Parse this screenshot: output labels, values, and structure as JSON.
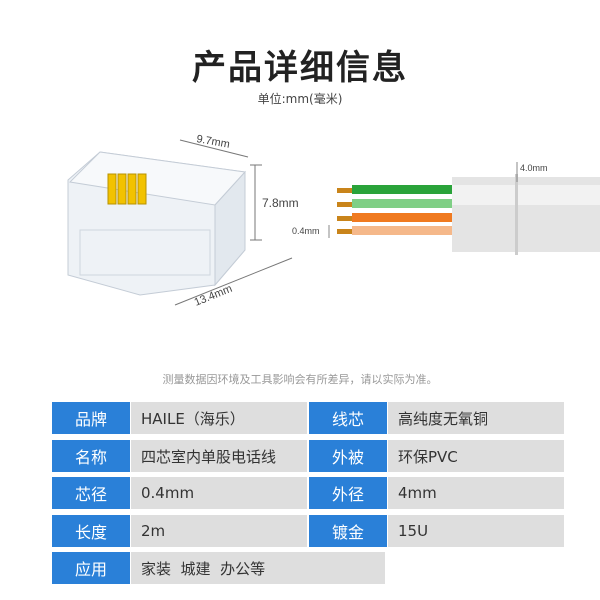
{
  "header": {
    "title": "产品详细信息",
    "unit": "单位:mm(毫米)"
  },
  "diagram": {
    "connector_width": "9.7mm",
    "connector_height": "7.8mm",
    "connector_length": "13.4mm",
    "cable_diameter": "4.0mm",
    "core_diameter": "0.4mm",
    "wire_colors": [
      "#2aa33a",
      "#7fcf85",
      "#f07a20",
      "#f5b88a"
    ]
  },
  "note": "测量数据因环境及工具影响会有所差异，请以实际为准。",
  "specs": [
    {
      "label": "品牌",
      "value": "HAILE（海乐）",
      "label2": "线芯",
      "value2": "高纯度无氧铜"
    },
    {
      "label": "名称",
      "value": "四芯室内单股电话线",
      "label2": "外被",
      "value2": "环保PVC"
    },
    {
      "label": "芯径",
      "value": "0.4mm",
      "label2": "外径",
      "value2": "4mm"
    },
    {
      "label": "长度",
      "value": "2m",
      "label2": "镀金",
      "value2": "15U"
    },
    {
      "label": "应用",
      "value": "家装  城建  办公等"
    }
  ],
  "colors": {
    "label_bg": "#2a80d8",
    "value_bg": "#dedede"
  }
}
